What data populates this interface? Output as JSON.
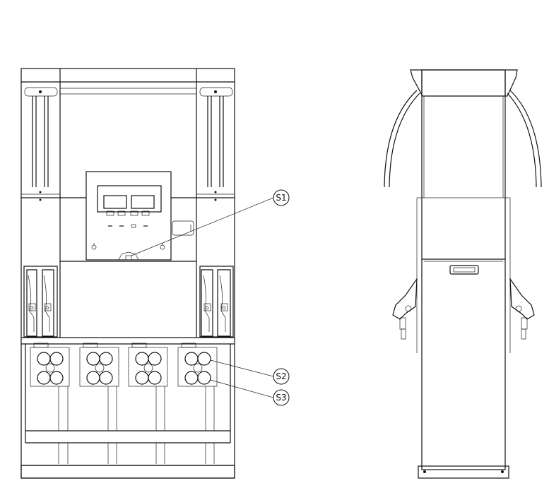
{
  "labels": {
    "s1": "S1",
    "s2": "S2",
    "s3": "S3"
  },
  "colors": {
    "line": "#111111",
    "background": "#ffffff"
  }
}
